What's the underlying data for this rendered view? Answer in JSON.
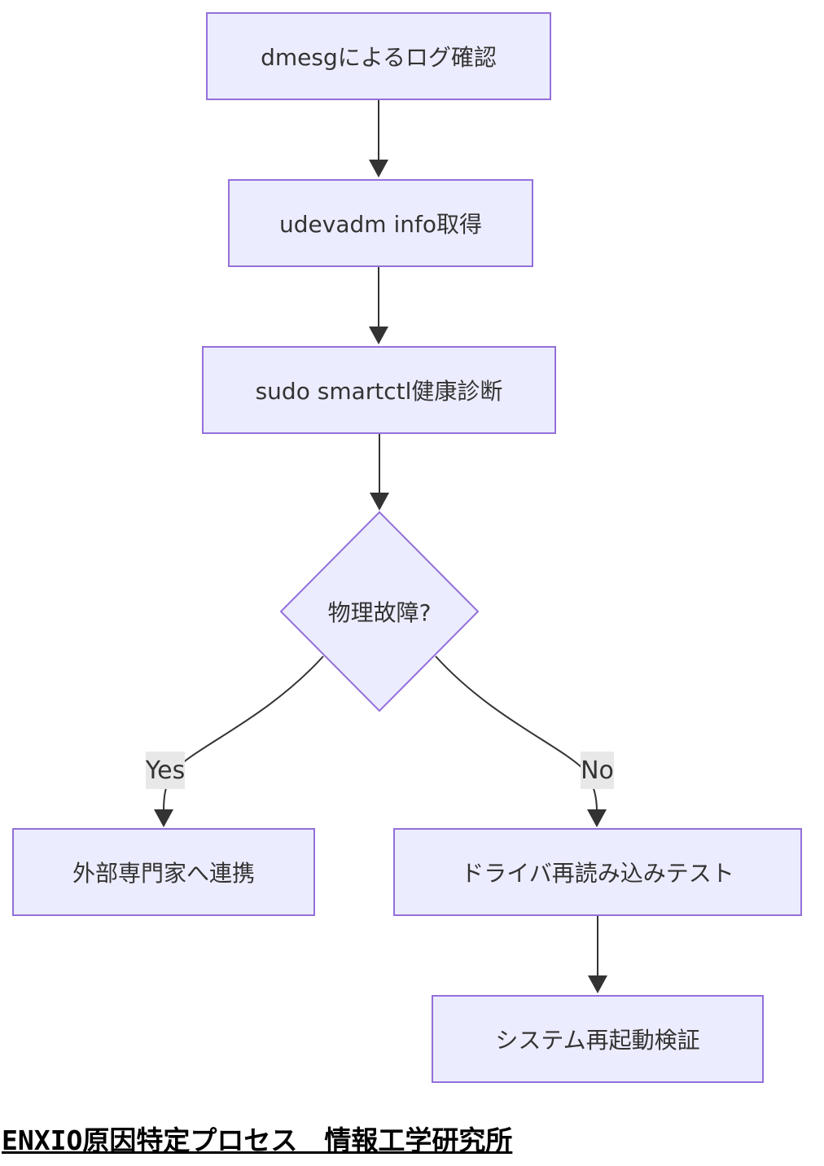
{
  "diagram": {
    "nodes": {
      "step1": {
        "label": "dmesgによるログ確認"
      },
      "step2": {
        "label": "udevadm info取得"
      },
      "step3": {
        "label": "sudo smartctl健康診断"
      },
      "decision": {
        "label": "物理故障?"
      },
      "yes_branch": {
        "label": "外部専門家へ連携"
      },
      "no_branch": {
        "label": "ドライバ再読み込みテスト"
      },
      "final": {
        "label": "システム再起動検証"
      }
    },
    "edge_labels": {
      "yes": "Yes",
      "no": "No"
    },
    "caption": "ENXIO原因特定プロセス　情報工学研究所",
    "colors": {
      "node_fill": "#ECECFF",
      "node_border": "#9370DB",
      "edge_line": "#333333",
      "edge_label_bg": "#e8e8e8",
      "text": "#333333"
    }
  }
}
